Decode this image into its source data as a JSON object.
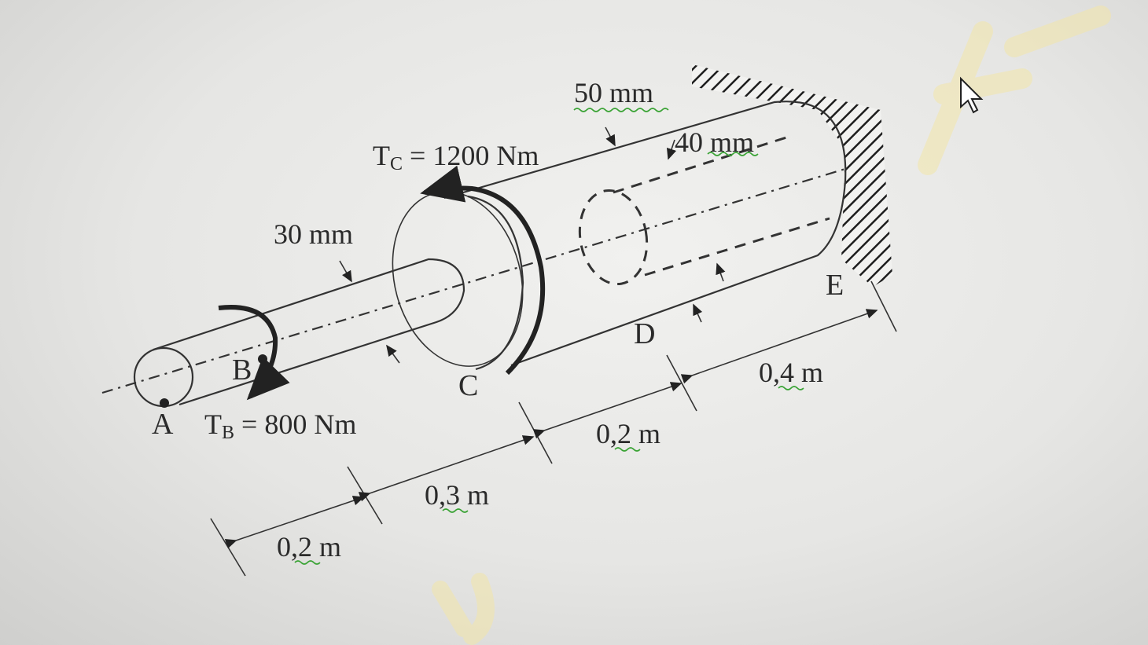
{
  "labels": {
    "point_a": "A",
    "point_b": "B",
    "point_c": "C",
    "point_d": "D",
    "point_e": "E",
    "torque_c_main": "T",
    "torque_c_sub": "C",
    "torque_c_value": " = 1200 Nm",
    "torque_b_main": "T",
    "torque_b_sub": "B",
    "torque_b_value": " = 800 Nm",
    "dia_small": "30 mm",
    "dia_outer": "50 mm",
    "dia_inner": "40 mm"
  },
  "dimensions": {
    "ab": "0,2 m",
    "bc": "0,3 m",
    "cd": "0,2 m",
    "de": "0,4 m"
  },
  "colors": {
    "line": "#333333",
    "watermark": "#f3e6a8",
    "spellcheck": "#3aa335"
  },
  "icons": {
    "cursor": "mouse-pointer-icon"
  }
}
